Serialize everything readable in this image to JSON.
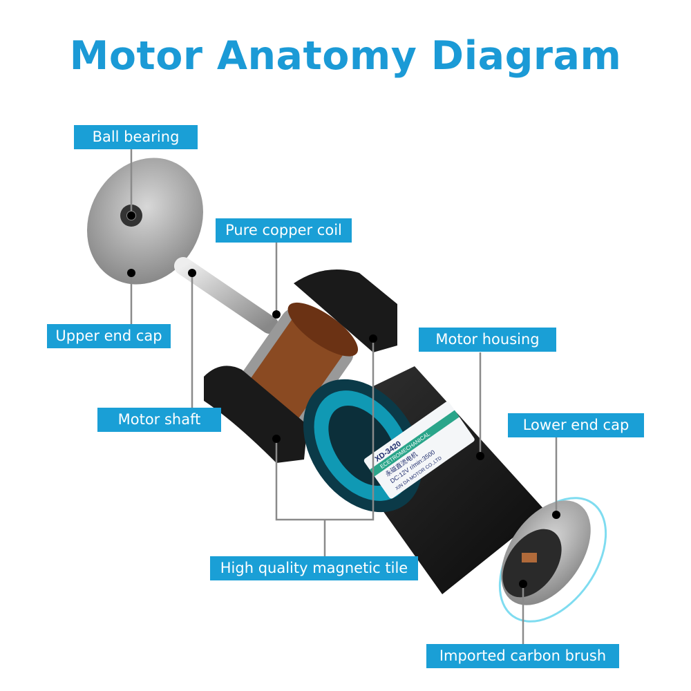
{
  "title": "Motor Anatomy Diagram",
  "labels": {
    "ball_bearing": "Ball bearing",
    "pure_copper_coil": "Pure copper coil",
    "upper_end_cap": "Upper end cap",
    "motor_housing": "Motor housing",
    "motor_shaft": "Motor shaft",
    "lower_end_cap": "Lower end cap",
    "magnetic_tile": "High quality magnetic tile",
    "carbon_brush": "Imported carbon brush"
  },
  "nameplate": {
    "model": "XD-3420",
    "band": "ECETROMECHANICAL",
    "chinese": "永磁直流电机",
    "spec": "DC:12V  r/min:3500",
    "maker": "XIN DA MOTOR CO.,LTD"
  },
  "colors": {
    "accent": "#1a9fd6",
    "title": "#1b9ad6",
    "leader": "#888888"
  }
}
